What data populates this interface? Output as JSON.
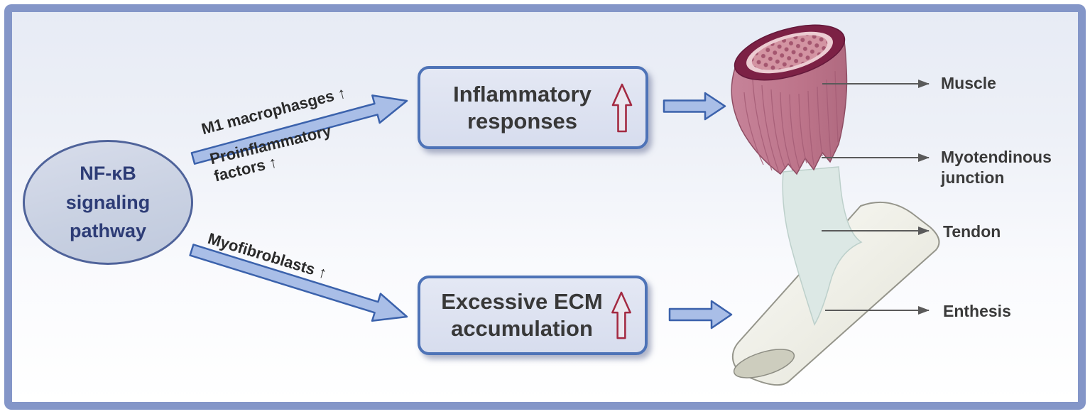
{
  "figure": {
    "source_node": {
      "lines": [
        "NF-κB",
        "signaling",
        "pathway"
      ]
    },
    "top_pathway": {
      "label_above_arrow": "M1 macrophasges ↑",
      "label_below_arrow": [
        "Proinflammatory",
        "factors ↑"
      ],
      "box": {
        "lines": [
          "Inflammatory",
          "responses"
        ],
        "trend": "increase"
      }
    },
    "bottom_pathway": {
      "label_above_arrow": "Myofibroblasts ↑",
      "box": {
        "lines": [
          "Excessive ECM",
          "accumulation"
        ],
        "trend": "increase"
      }
    },
    "anatomy": {
      "labels": {
        "muscle": "Muscle",
        "myotendinous_junction": [
          "Myotendinous",
          "junction"
        ],
        "tendon": "Tendon",
        "enthesis": "Enthesis"
      }
    },
    "colors": {
      "frame_border": "#8496c8",
      "background_top": "#e7ebf5",
      "background_bottom": "#ffffff",
      "node_fill": "#ccd4e4",
      "node_border": "#4f639a",
      "node_text": "#2d3c76",
      "flow_arrow_fill": "#a9bee7",
      "flow_arrow_stroke": "#3b62ac",
      "box_fill": "#dce2f0",
      "box_border": "#4e73b7",
      "box_text": "#383838",
      "trend_arrow_stroke": "#a32a42",
      "trend_arrow_fill": "#eae7ef",
      "pathway_label_text": "#2a2a2a",
      "pointer_line": "#5a5a5a",
      "muscle_body": "#c0788c",
      "muscle_ring_outer": "#7c2145",
      "muscle_ring_inner": "#ecccd2",
      "muscle_core": "#d394a2",
      "tendon_fill": "#dce8e5",
      "bone_fill": "#f5f5ef"
    }
  }
}
